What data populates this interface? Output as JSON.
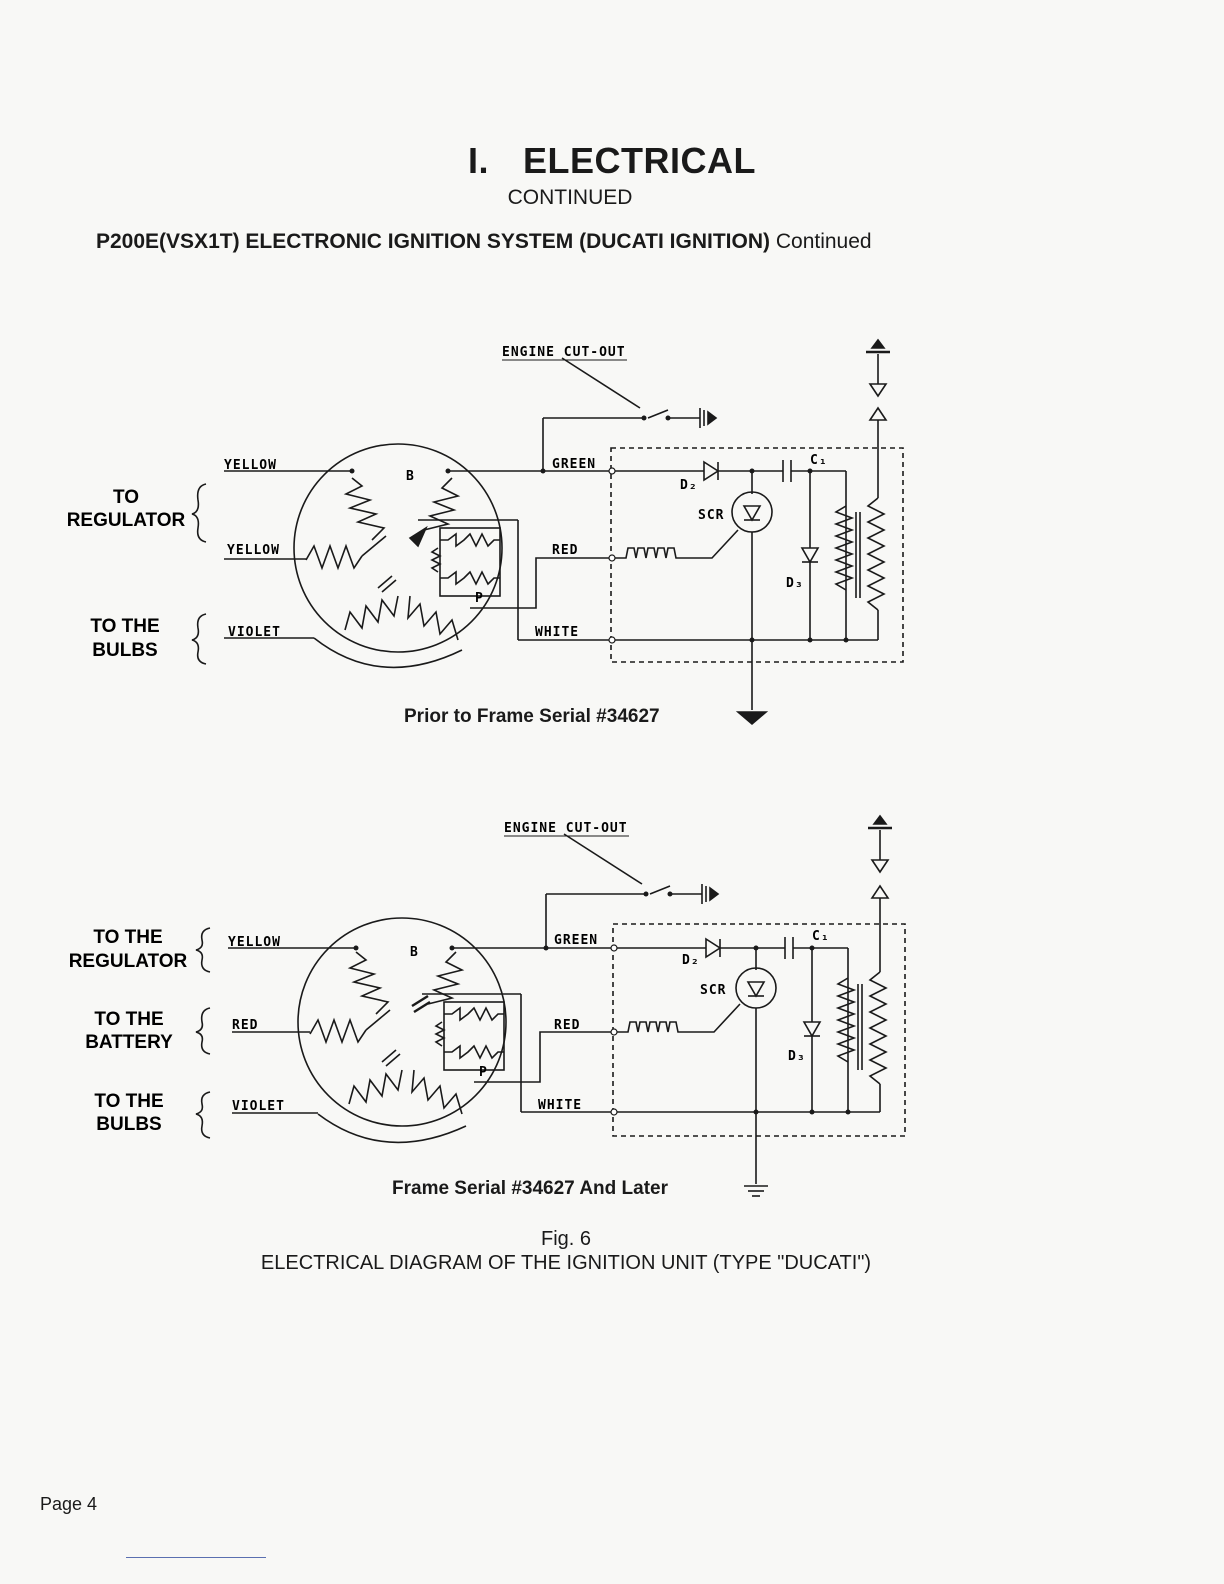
{
  "header": {
    "section_number": "I.",
    "section_title": "ELECTRICAL",
    "subtitle": "CONTINUED",
    "system_title": "P200E(VSX1T) ELECTRONIC IGNITION SYSTEM (DUCATI IGNITION)",
    "system_title_suffix": "Continued"
  },
  "diagram_top": {
    "cutout_label": "ENGINE CUT-OUT",
    "side_labels": [
      {
        "lines": [
          "TO",
          "REGULATOR"
        ]
      },
      {
        "lines": [
          "TO THE",
          "BULBS"
        ]
      }
    ],
    "wires": {
      "yellow_1": "YELLOW",
      "yellow_2": "YELLOW",
      "violet": "VIOLET",
      "green": "GREEN",
      "red": "RED",
      "white": "WHITE"
    },
    "components": {
      "b": "B",
      "p": "P",
      "d2": "D₂",
      "d3": "D₃",
      "c1": "C₁",
      "scr": "SCR"
    },
    "caption": "Prior to Frame Serial #34627"
  },
  "diagram_bottom": {
    "cutout_label": "ENGINE CUT-OUT",
    "side_labels": [
      {
        "lines": [
          "TO THE",
          "REGULATOR"
        ]
      },
      {
        "lines": [
          "TO THE",
          "BATTERY"
        ]
      },
      {
        "lines": [
          "TO THE",
          "BULBS"
        ]
      }
    ],
    "wires": {
      "yellow": "YELLOW",
      "red_1": "RED",
      "violet": "VIOLET",
      "green": "GREEN",
      "red_2": "RED",
      "white": "WHITE"
    },
    "components": {
      "b": "B",
      "p": "P",
      "d2": "D₂",
      "d3": "D₃",
      "c1": "C₁",
      "scr": "SCR"
    },
    "caption": "Frame Serial #34627 And Later"
  },
  "figure": {
    "number": "Fig. 6",
    "title": "ELECTRICAL DIAGRAM OF THE IGNITION UNIT (TYPE \"DUCATI\")"
  },
  "footer": {
    "page": "Page 4"
  }
}
